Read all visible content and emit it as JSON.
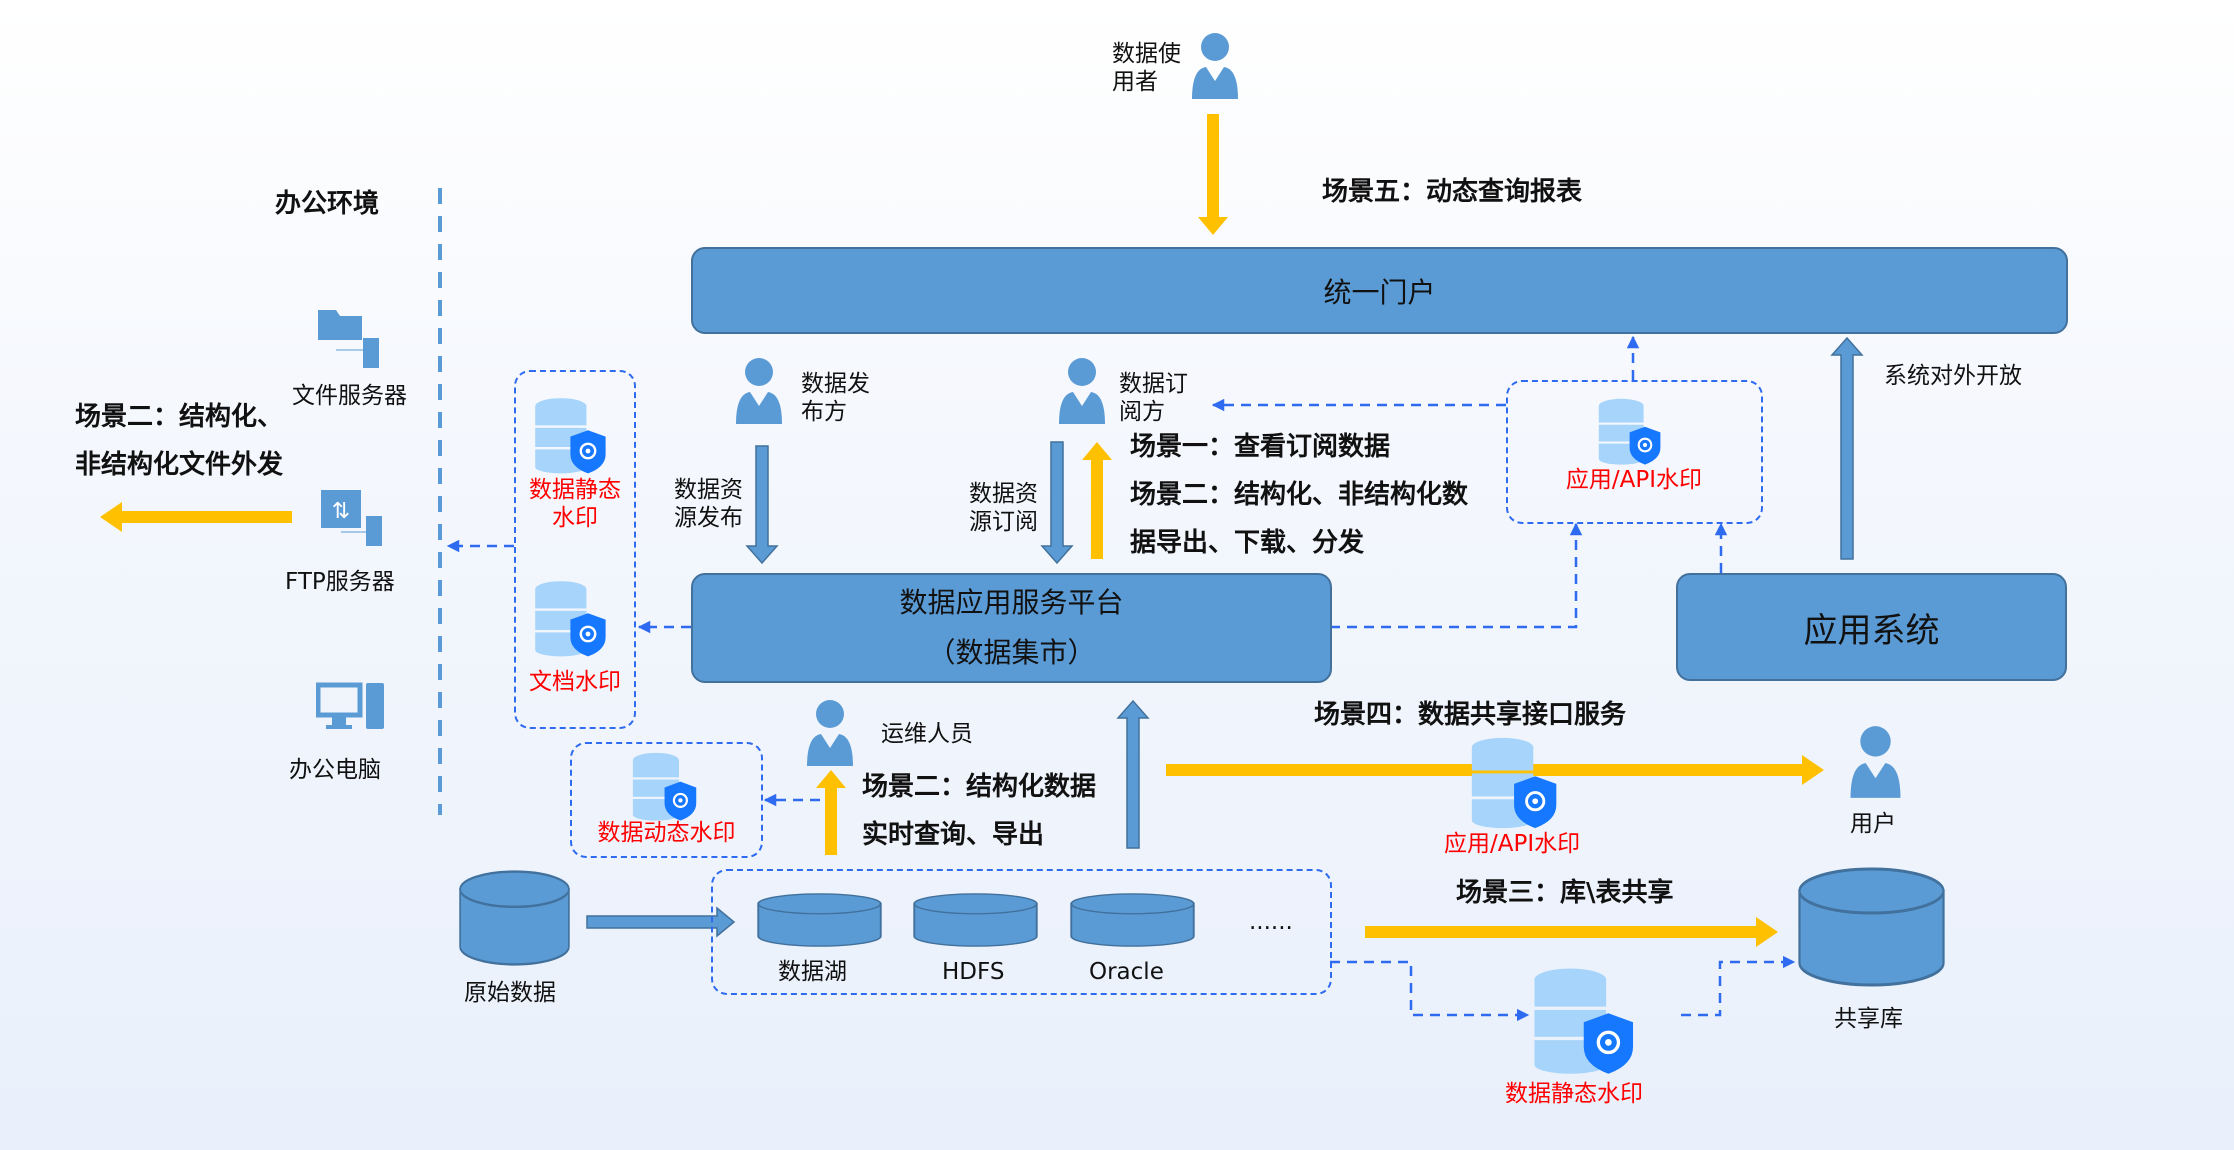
{
  "colors": {
    "box": "#5b9bd5",
    "flow_arrow": "#ffc000",
    "dashed_link": "#2f6bf0",
    "watermark_label": "#ff0000"
  },
  "top": {
    "data_user": "数据使\n用者",
    "scenario5": "场景五：动态查询报表",
    "portal": "统一门户"
  },
  "left": {
    "office_env": "办公环境",
    "file_server": "文件服务器",
    "ftp_server": "FTP服务器",
    "office_pc": "办公电脑",
    "scenario2_line1": "场景二：结构化、",
    "scenario2_line2": "非结构化文件外发"
  },
  "watermarks": {
    "static_line1": "数据静态",
    "static_line2": "水印",
    "document": "文档水印",
    "dynamic": "数据动态水印",
    "app_api_top": "应用/API水印",
    "app_api_share": "应用/API水印",
    "static_share": "数据静态水印"
  },
  "middle": {
    "publisher": "数据发\n布方",
    "subscriber": "数据订\n阅方",
    "publish_label": "数据资\n源发布",
    "subscribe_label": "数据资\n源订阅",
    "scenario1": "场景一：查看订阅数据",
    "scenario2a": "场景二：结构化、非结构化数",
    "scenario2b": "据导出、下载、分发",
    "platform_line1": "数据应用服务平台",
    "platform_line2": "（数据集市）",
    "ops": "运维人员",
    "scenario2_rt1": "场景二：结构化数据",
    "scenario2_rt2": "实时查询、导出"
  },
  "right": {
    "open_label": "系统对外开放",
    "app_system": "应用系统",
    "scenario4": "场景四：数据共享接口服务",
    "user": "用户",
    "scenario3": "场景三：库\\表共享",
    "shared_db": "共享库"
  },
  "sources": {
    "raw": "原始数据",
    "lake": "数据湖",
    "hdfs": "HDFS",
    "oracle": "Oracle",
    "more": "......"
  }
}
